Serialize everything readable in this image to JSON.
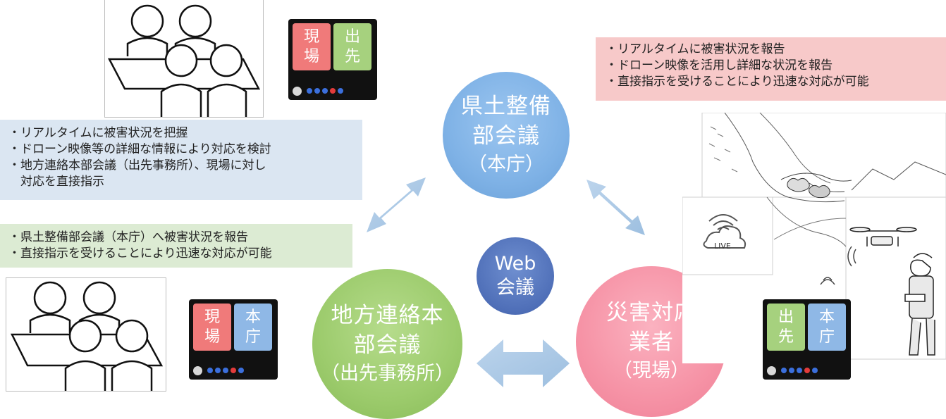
{
  "notes": {
    "top_right": [
      "・リアルタイムに被害状況を報告",
      "・ドローン映像を活用し詳細な状況を報告",
      "・直接指示を受けることにより迅速な対応が可能"
    ],
    "left_blue": [
      "・リアルタイムに被害状況を把握",
      "・ドローン映像等の詳細な情報により対応を検討",
      "・地方連絡本部会議（出先事務所）、現場に対し",
      "　対応を直接指示"
    ],
    "left_green": [
      "・県土整備部会議（本庁）へ被害状況を報告",
      "・直接指示を受けることにより迅速な対応が可能"
    ]
  },
  "nodes": {
    "top": {
      "line1": "県土整備",
      "line2": "部会議",
      "line3": "（本庁）"
    },
    "center": {
      "line1": "Web",
      "line2": "会議"
    },
    "left": {
      "line1": "地方連絡本",
      "line2": "部会議",
      "line3": "（出先事務所）"
    },
    "right": {
      "line1": "災害対応",
      "line2": "業者",
      "line3": "（現場）"
    }
  },
  "devices": {
    "top": {
      "tile1": [
        "現",
        "場"
      ],
      "tile2": [
        "出",
        "先"
      ]
    },
    "left": {
      "tile1": [
        "現",
        "場"
      ],
      "tile2": [
        "本",
        "庁"
      ]
    },
    "right": {
      "tile1": [
        "出",
        "先"
      ],
      "tile2": [
        "本",
        "庁"
      ]
    }
  },
  "scene": {
    "live_label": "LIVE"
  },
  "colors": {
    "blue": "#7fb2e6",
    "green": "#9ccb6c",
    "pink": "#f693a6",
    "center": "#4f6fb8",
    "arrow": "#a9c6e4"
  }
}
